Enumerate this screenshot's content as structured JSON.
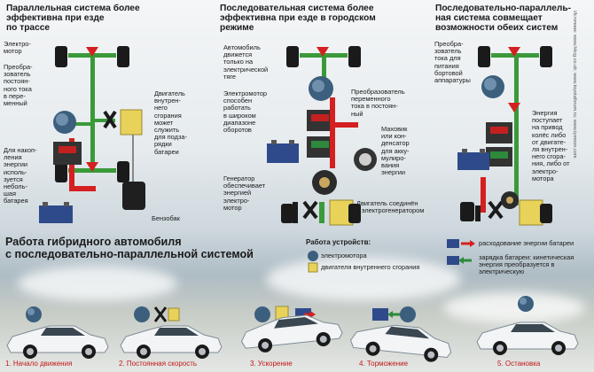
{
  "columns": [
    {
      "title": "Параллельная система более эффективна при езде по трассе",
      "title_lines": [
        "Параллельная система более",
        "эффективна при езде",
        "по трассе"
      ],
      "labels": {
        "motor": [
          "Электро-",
          "мотор"
        ],
        "converter": [
          "Преобра-",
          "зователь",
          "постоян-",
          "ного тока",
          "в пере-",
          "менный"
        ],
        "battery": [
          "Для накоп-",
          "ления",
          "энергии",
          "исполь-",
          "зуется",
          "неболь-",
          "шая",
          "батарея"
        ],
        "engine": [
          "Двигатель",
          "внутрен-",
          "него",
          "сгорания",
          "может",
          "служить",
          "для подза-",
          "рядки",
          "батареи"
        ],
        "tank": [
          "Бензобак"
        ]
      }
    },
    {
      "title": "Последовательная система более эффективна при езде в городском режиме",
      "title_lines": [
        "Последовательная система более",
        "эффективна при езде в городском",
        "режиме"
      ],
      "labels": {
        "drive": [
          "Автомобиль",
          "движется",
          "только на",
          "электрической",
          "тяге"
        ],
        "motor": [
          "Электромотор",
          "способен",
          "работать",
          "в широком",
          "диапазоне",
          "оборотов"
        ],
        "converter": [
          "Преобразователь",
          "переменного",
          "тока в постоян-",
          "ный"
        ],
        "flywheel": [
          "Маховик",
          "или кон-",
          "денсатор",
          "для акку-",
          "мулиро-",
          "вания",
          "энергии"
        ],
        "generator": [
          "Генератор",
          "обеспечивает",
          "энергией",
          "электро-",
          "мотор"
        ],
        "engine": [
          "Двигатель соединён",
          "с электрогенератором"
        ]
      }
    },
    {
      "title": "Последовательно-параллельная система совмещает возможности обеих систем",
      "title_lines": [
        "Последовательно-параллель-",
        "ная система совмещает",
        "возможности обеих систем"
      ],
      "labels": {
        "converter": [
          "Преобра-",
          "зователь",
          "тока для",
          "питания",
          "бортовой",
          "аппаратуры"
        ],
        "energy": [
          "Энергия",
          "поступает",
          "на привод",
          "колёс либо",
          "от двигате-",
          "ля внутрен-",
          "него сгора-",
          "ния, либо от",
          "электро-",
          "мотора"
        ]
      }
    }
  ],
  "credit": "Источник: www.hkcg.co.uk; www.toyotaforum.ru; www.tymoon.com",
  "bottom": {
    "title_lines": [
      "Работа гибридного автомобиля",
      "с последовательно-параллельной системой"
    ],
    "legend_title": "Работа устройств:",
    "legend_motor": "электромотора",
    "legend_engine": "двигателя внутреннего сгорания",
    "legend_discharge": "расходование энергии батареи",
    "legend_charge_lines": [
      "зарядка батареи: кинетическая",
      "энергия преобразуется в электрическую"
    ],
    "steps": [
      "1. Начало движения",
      "2. Постоянная скорость",
      "3. Ускорение",
      "4. Торможение",
      "5. Остановка"
    ]
  },
  "colors": {
    "shaft": "#3a9a3a",
    "wire": "#d42020",
    "engine": "#e8d25a",
    "motor": "#3c5f7d",
    "wheel": "#1a1a1a",
    "step_text": "#c41818"
  }
}
